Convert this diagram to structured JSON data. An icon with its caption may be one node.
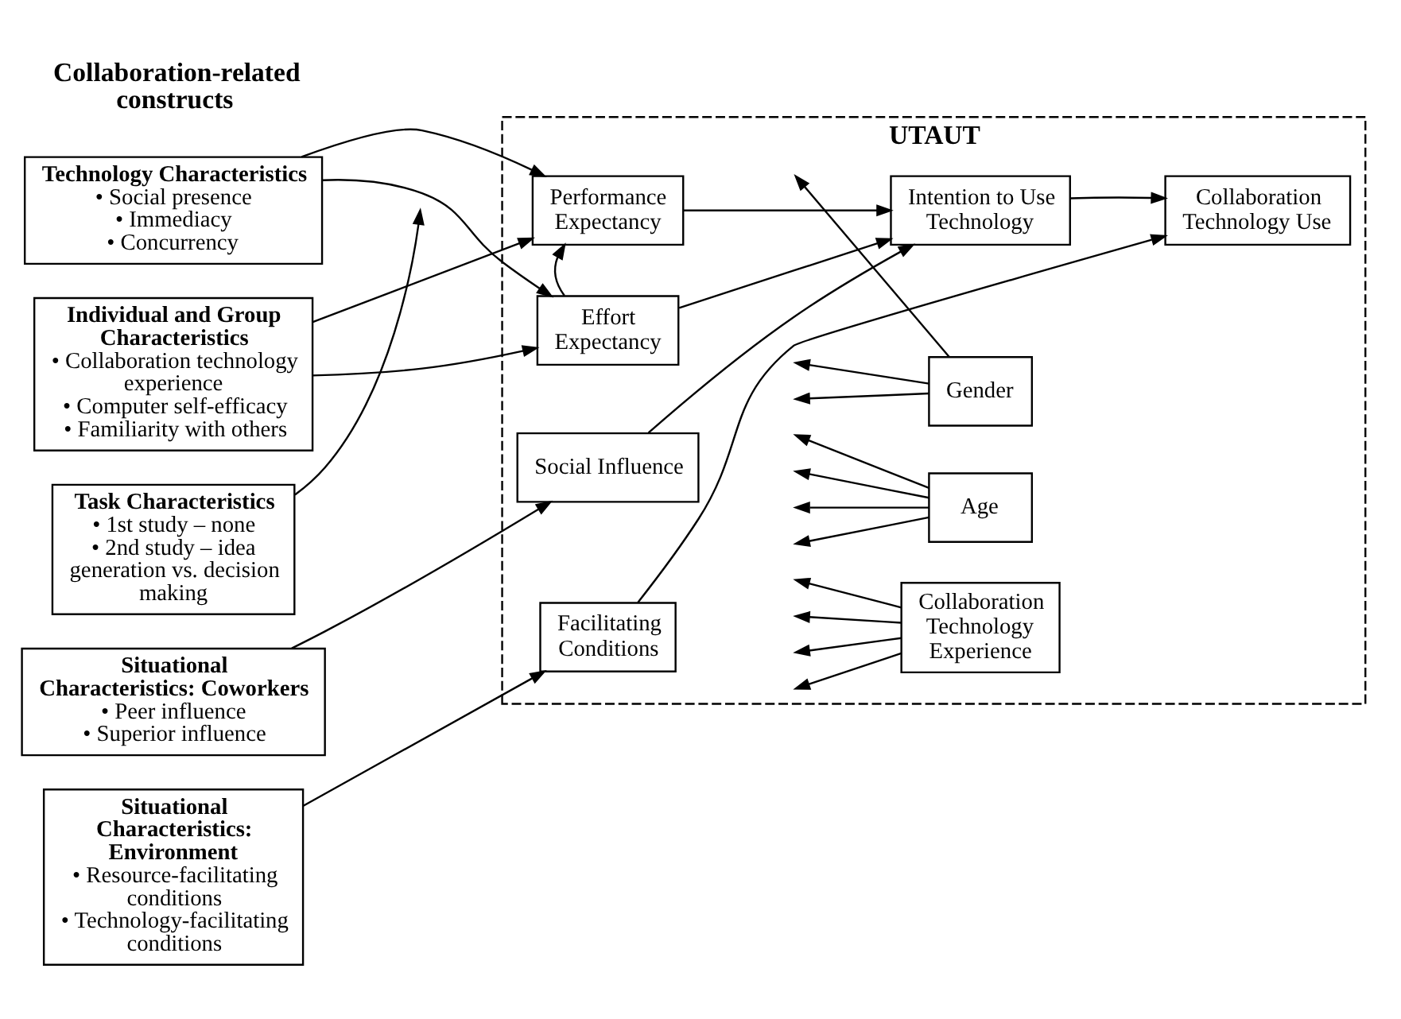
{
  "diagram": {
    "nodes": [
      {
        "text": [
          "Technology Characteristics",
          "• Social presence",
          "• Immediacy",
          "• Concurrency"
        ]
      },
      {
        "text": [
          "Individual and Group Characteristics",
          "• Collaboration technology experience",
          "• Computer self-efficacy",
          "• Familiarity with others"
        ]
      },
      {
        "text": [
          "Task Characteristics",
          "• 1st study – none",
          "• 2nd study – idea generation vs. decision making"
        ]
      },
      {
        "text": [
          "Situational Characteristics: Coworkers",
          "• Peer influence",
          "• Superior influence"
        ]
      },
      {
        "text": [
          "Situational Characteristics: Environment",
          "• Resource-facilitating conditions",
          "• Technology-facilitating conditions"
        ]
      },
      {
        "text": [
          "UTAUT"
        ]
      },
      {
        "text": [
          "Performance Expectancy"
        ],
        "in": 5
      },
      {
        "text": [
          "Effort Expectancy"
        ],
        "in": 5
      },
      {
        "text": [
          "Social Influence"
        ],
        "in": 5
      },
      {
        "text": [
          "Facilitating Conditions"
        ],
        "in": 5
      },
      {
        "text": [
          "Intention to Use Technology"
        ],
        "in": 5
      },
      {
        "text": [
          "Collaboration Technology Use"
        ],
        "in": 5
      },
      {
        "text": [
          "Collaboration Technology Experience"
        ],
        "in": 5
      },
      {
        "text": [
          "Gender"
        ],
        "in": 5
      },
      {
        "text": [
          "Age"
        ],
        "in": 5
      }
    ],
    "edges": [
      {
        "from": 0,
        "to": 6,
        "arrow": "to"
      },
      {
        "from": 0,
        "to": 7,
        "arrow": "to"
      },
      {
        "from": 1,
        "to": 6,
        "arrow": "to"
      },
      {
        "from": 1,
        "to": 7,
        "arrow": "to"
      },
      {
        "from": 2,
        "to": null,
        "arrow": "to"
      },
      {
        "from": 3,
        "to": 8,
        "arrow": "to"
      },
      {
        "from": 4,
        "to": 9,
        "arrow": "to"
      },
      {
        "from": 7,
        "to": 6,
        "arrow": "to"
      },
      {
        "from": 6,
        "to": 10,
        "arrow": "to"
      },
      {
        "from": 7,
        "to": 10,
        "arrow": "to"
      },
      {
        "from": 8,
        "to": 10,
        "arrow": "to"
      },
      {
        "from": 9,
        "to": 11,
        "arrow": "to"
      },
      {
        "from": 10,
        "to": 11,
        "arrow": "to"
      },
      {
        "from": 13,
        "to": null,
        "arrow": "to"
      },
      {
        "from": 13,
        "to": null,
        "arrow": "to"
      },
      {
        "from": 13,
        "to": null,
        "arrow": "to"
      },
      {
        "from": 14,
        "to": null,
        "arrow": "to"
      },
      {
        "from": 14,
        "to": null,
        "arrow": "to"
      },
      {
        "from": 14,
        "to": null,
        "arrow": "to"
      },
      {
        "from": 14,
        "to": null,
        "arrow": "to"
      },
      {
        "from": 12,
        "to": null,
        "arrow": "to"
      },
      {
        "from": 12,
        "to": null,
        "arrow": "to"
      },
      {
        "from": 12,
        "to": null,
        "arrow": "to"
      },
      {
        "from": 12,
        "to": null,
        "arrow": "to"
      }
    ],
    "labels": [
      "Collaboration-related constructs"
    ]
  }
}
